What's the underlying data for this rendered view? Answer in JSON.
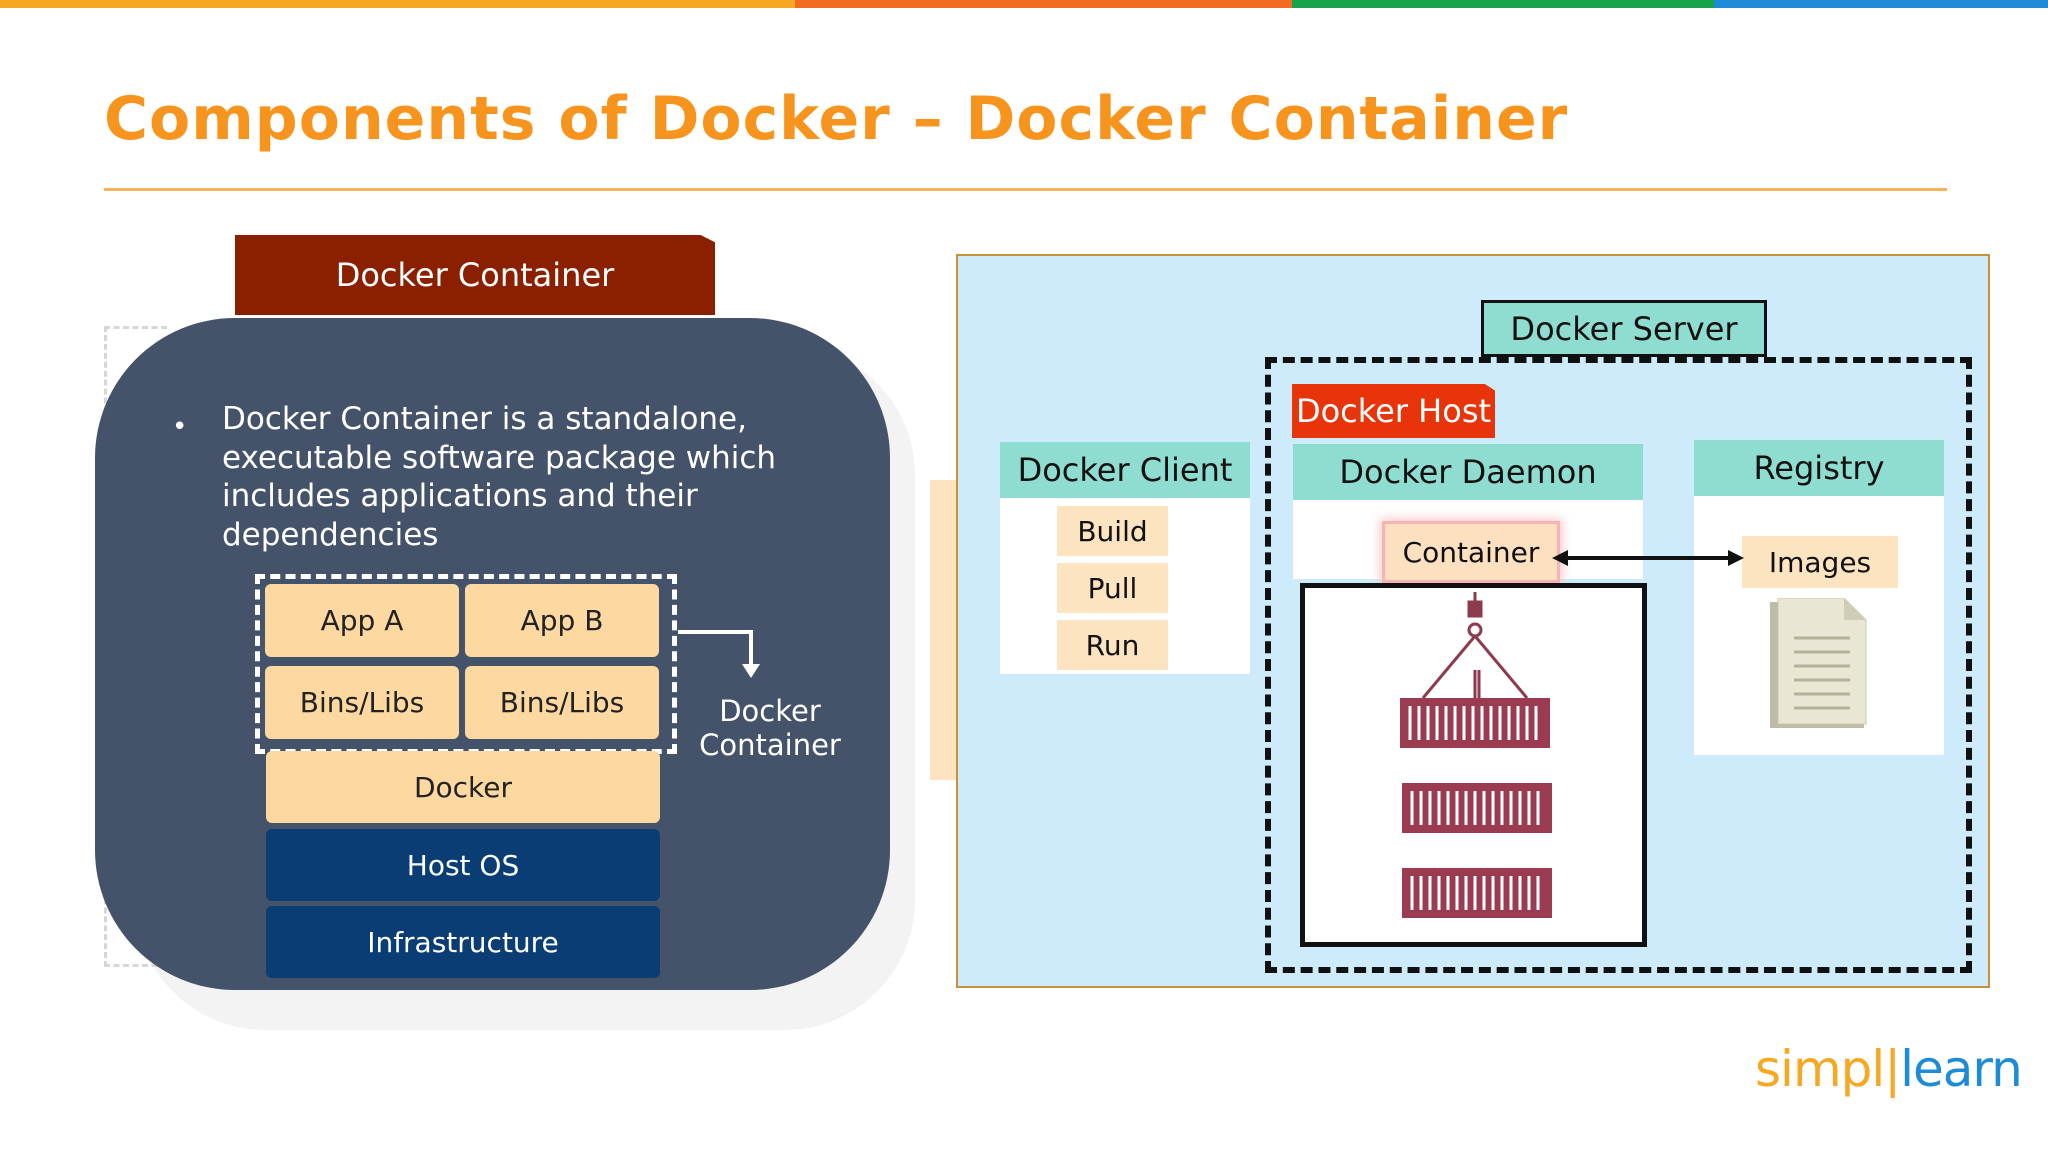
{
  "title": "Components of Docker – Docker Container",
  "colors": {
    "accent": "#F7941D",
    "top_bar": [
      "#F7A823",
      "#F26B21",
      "#17A34A",
      "#1E8BD6"
    ]
  },
  "left": {
    "tab_label": "Docker Container",
    "bullet": "Docker Container is a standalone, executable software package which includes applications and their dependencies",
    "stack": {
      "app_a": "App A",
      "app_b": "App B",
      "bins_libs_1": "Bins/Libs",
      "bins_libs_2": "Bins/Libs",
      "docker": "Docker",
      "host_os": "Host OS",
      "infrastructure": "Infrastructure"
    },
    "annotation": "Docker Container"
  },
  "right": {
    "server": "Docker Server",
    "host": "Docker Host",
    "client": {
      "title": "Docker Client",
      "commands": [
        "Build",
        "Pull",
        "Run"
      ]
    },
    "daemon": {
      "title": "Docker Daemon",
      "container": "Container"
    },
    "registry": {
      "title": "Registry",
      "images": "Images"
    }
  },
  "logo": {
    "part1": "simpl",
    "part2": "learn"
  }
}
